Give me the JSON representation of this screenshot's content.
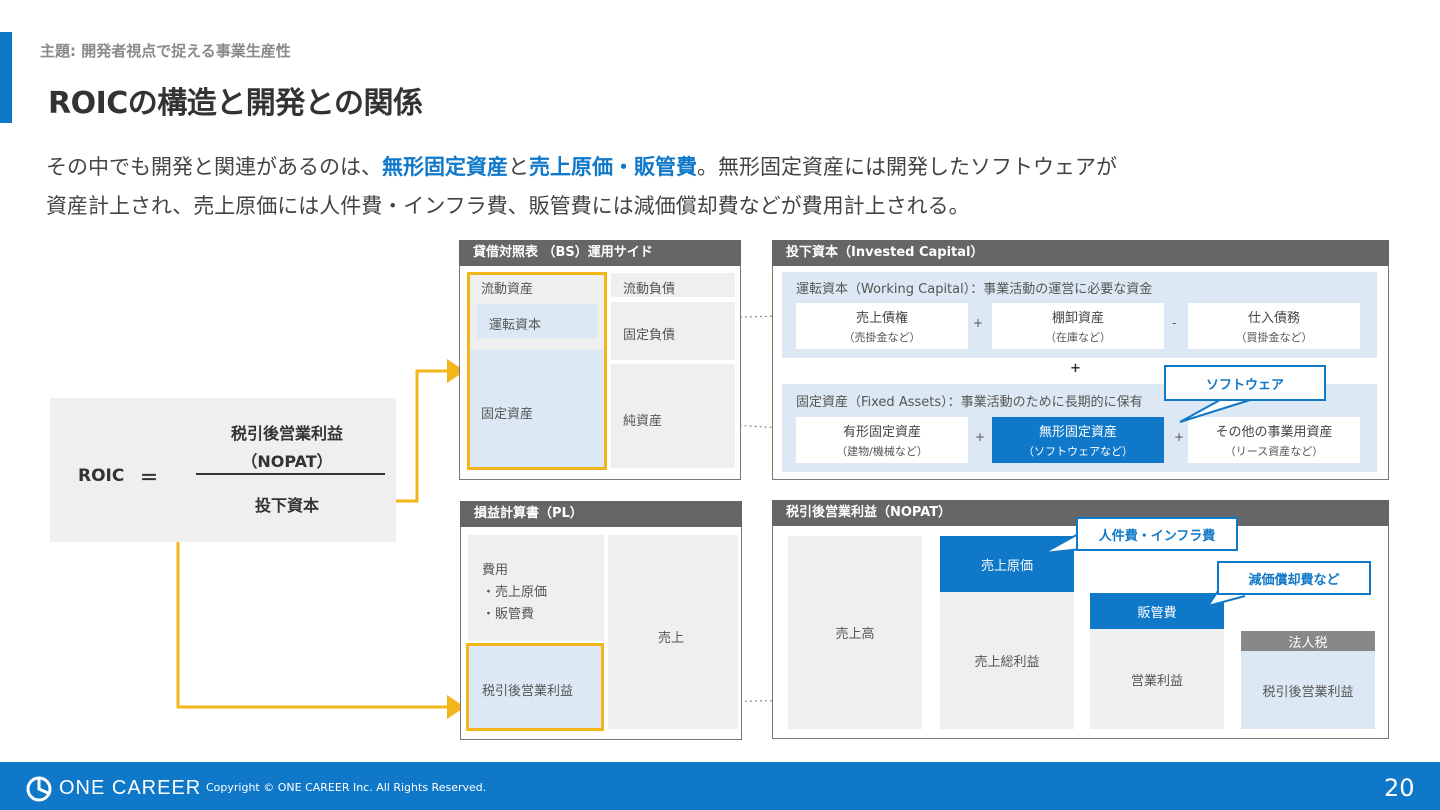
{
  "header": {
    "topic": "主題: 開発者視点で捉える事業生産性",
    "title": "ROICの構造と開発との関係"
  },
  "lead": {
    "part1": "その中でも開発と関連があるのは、",
    "hl1": "無形固定資産",
    "part2": "と",
    "hl2": "売上原価・販管費",
    "part3": "。無形固定資産には開発したソフトウェアが",
    "line2": "資産計上され、売上原価には人件費・インフラ費、販管費には減価償却費などが費用計上される。"
  },
  "formula": {
    "roic": "ROIC",
    "equals": "＝",
    "numerator_line1": "税引後営業利益",
    "numerator_line2": "（NOPAT）",
    "denominator": "投下資本"
  },
  "bs": {
    "title": "貸借対照表 （BS）運用サイド",
    "current_assets": "流動資産",
    "working_capital": "運転資本",
    "fixed_assets": "固定資産",
    "current_liabilities": "流動負債",
    "fixed_liabilities": "固定負債",
    "net_assets": "純資産"
  },
  "invested": {
    "title": "投下資本（Invested Capital）",
    "wc_label": "運転資本（Working Capital）：事業活動の運営に必要な資金",
    "wc_items": [
      {
        "name": "売上債権",
        "sub": "（売掛金など）"
      },
      {
        "name": "棚卸資産",
        "sub": "（在庫など）"
      },
      {
        "name": "仕入債務",
        "sub": "（買掛金など）"
      }
    ],
    "op_plus": "+",
    "op_minus": "-",
    "middle_plus": "+",
    "fa_label": "固定資産（Fixed Assets）：事業活動のために長期的に保有",
    "fa_items": [
      {
        "name": "有形固定資産",
        "sub": "（建物/機械など）"
      },
      {
        "name": "無形固定資産",
        "sub": "（ソフトウェアなど）"
      },
      {
        "name": "その他の事業用資産",
        "sub": "（リース資産など）"
      }
    ],
    "callout_software": "ソフトウェア"
  },
  "pl": {
    "title": "損益計算書（PL）",
    "expenses_line1": "費用",
    "expenses_line2": "・売上原価",
    "expenses_line3": "・販管費",
    "nopat": "税引後営業利益",
    "sales": "売上"
  },
  "nopat": {
    "title": "税引後営業利益（NOPAT）",
    "revenue": "売上高",
    "cogs": "売上原価",
    "gross_profit": "売上総利益",
    "sga": "販管費",
    "operating_income": "営業利益",
    "tax": "法人税",
    "nopat": "税引後営業利益",
    "callout_personnel": "人件費・インフラ費",
    "callout_depreciation": "減価償却費など"
  },
  "footer": {
    "logo_text": "ONE CAREER",
    "copyright": "Copyright © ONE CAREER Inc. All Rights Reserved.",
    "page_number": "20"
  },
  "colors": {
    "accent": "#1078c8",
    "highlight_frame": "#f2b51a",
    "panel_header": "#666666"
  }
}
